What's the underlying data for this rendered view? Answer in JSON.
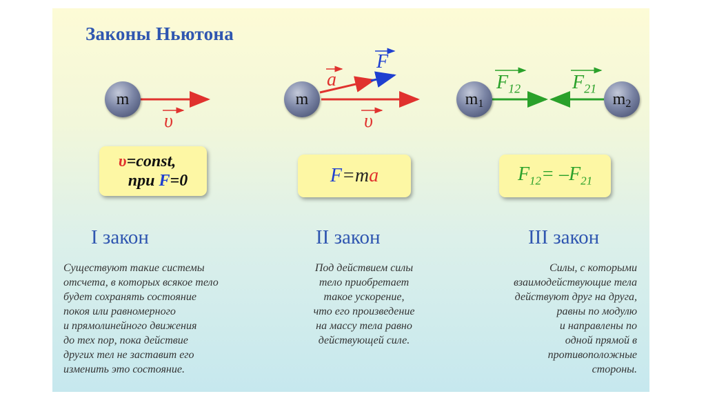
{
  "title": "Законы Ньютона",
  "colors": {
    "blue": "#2f56b0",
    "red": "#e0322e",
    "arrow_blue": "#1e3fd0",
    "green": "#2aa12a",
    "formula_bg": "#fdf7a4"
  },
  "diagram1": {
    "mass": "m",
    "velocity_label": "υ"
  },
  "diagram2": {
    "mass": "m",
    "accel_label": "a",
    "force_label": "F",
    "velocity_label": "υ"
  },
  "diagram3": {
    "mass1": "m",
    "mass1_sub": "1",
    "mass2": "m",
    "mass2_sub": "2",
    "force1_label": "F",
    "force1_sub": "12",
    "force2_label": "F",
    "force2_sub": "21"
  },
  "formula1": {
    "v": "υ",
    "eq": "=const,",
    "cond": "при ",
    "F": "F",
    "tail": "=0"
  },
  "formula2": {
    "F": "F",
    "mid": "=m",
    "a": "a"
  },
  "formula3": {
    "F1": "F",
    "F1_sub": "12",
    "eq": "= –",
    "F2": "F",
    "F2_sub": "21"
  },
  "laws": {
    "law1": {
      "heading": "I закон",
      "text": "Существуют такие системы\nотсчета, в которых всякое тело\nбудет сохранять состояние\nпокоя или равномерного\nи прямолинейного движения\nдо тех пор, пока действие\nдругих тел не заставит его\nизменить это состояние."
    },
    "law2": {
      "heading": "II закон",
      "text": "Под действием силы\nтело приобретает\nтакое ускорение,\nчто его произведение\nна массу тела равно\nдействующей силе."
    },
    "law3": {
      "heading": "III закон",
      "text": "Силы, с которыми\nвзаимодействующие тела\nдействуют друг на друга,\nравны по модулю\nи направлены по\nодной прямой в\nпротивоположные\nстороны."
    }
  }
}
